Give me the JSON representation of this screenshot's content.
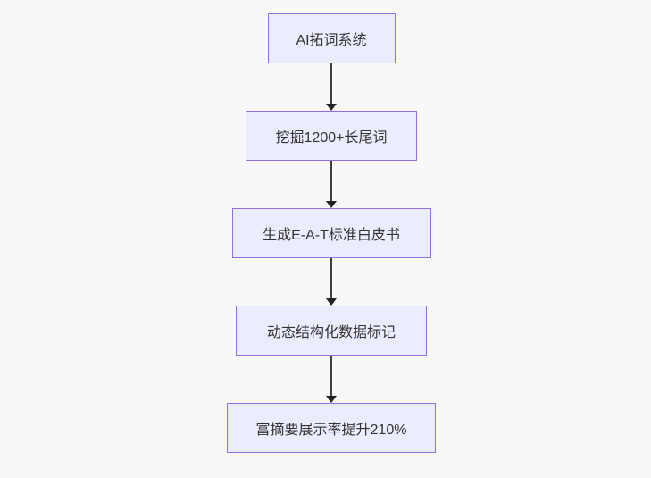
{
  "page": {
    "background_color": "#f8f8f8"
  },
  "diagram": {
    "type": "flowchart",
    "direction": "top-down",
    "node_fill_color": "#ECECFF",
    "node_border_color": "#9370DB",
    "edge_color": "#333333",
    "text_color": "#333333",
    "nodes": [
      {
        "id": "step-1",
        "label": "AI拓词系统"
      },
      {
        "id": "step-2",
        "label": "挖掘1200+长尾词"
      },
      {
        "id": "step-3",
        "label": "生成E-A-T标准白皮书"
      },
      {
        "id": "step-4",
        "label": "动态结构化数据标记"
      },
      {
        "id": "step-5",
        "label": "富摘要展示率提升210%"
      }
    ],
    "edges": [
      {
        "from": "step-1",
        "to": "step-2"
      },
      {
        "from": "step-2",
        "to": "step-3"
      },
      {
        "from": "step-3",
        "to": "step-4"
      },
      {
        "from": "step-4",
        "to": "step-5"
      }
    ]
  }
}
